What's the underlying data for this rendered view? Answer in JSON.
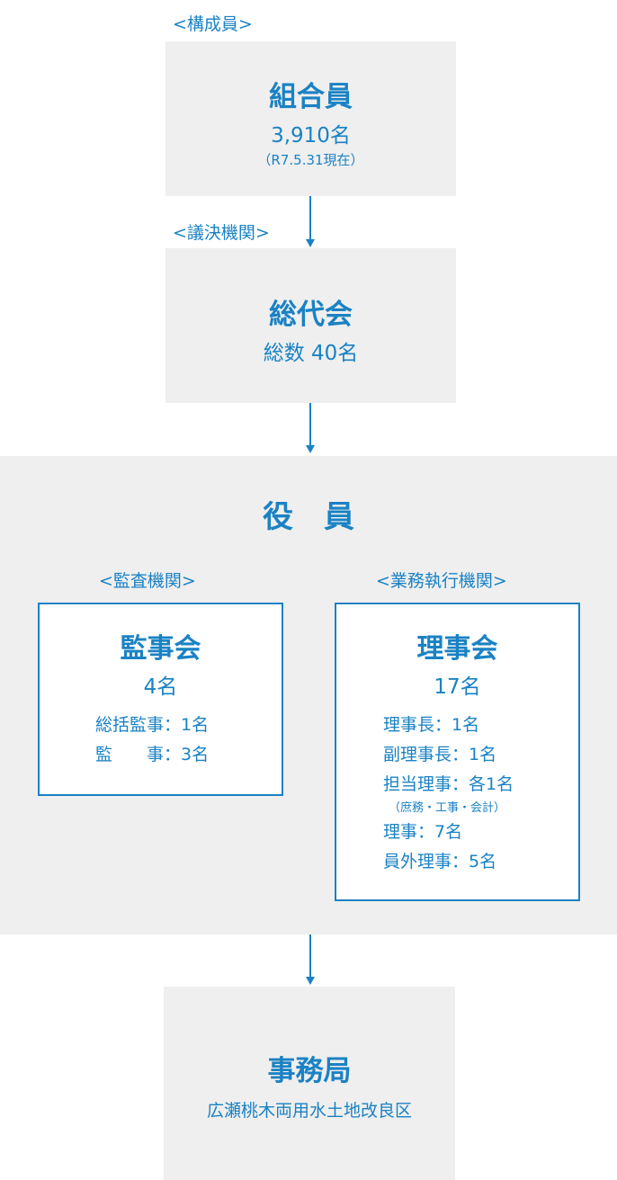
{
  "colors": {
    "accent": "#1a82c4",
    "panel": "#efefef",
    "box_bg": "#ffffff"
  },
  "members": {
    "label": "<構成員>",
    "title": "組合員",
    "count": "3,910名",
    "note": "（R7.5.31現在）"
  },
  "decision": {
    "label": "<議決機関>",
    "title": "総代会",
    "count": "総数 40名"
  },
  "officers": {
    "title": "役　員",
    "audit": {
      "label": "<監査機関>",
      "title": "監事会",
      "count": "4名",
      "rows": [
        "総括監事：1名",
        "監　　事：3名"
      ]
    },
    "board": {
      "label": "<業務執行機関>",
      "title": "理事会",
      "count": "17名",
      "rows": [
        "理事長：1名",
        "副理事長：1名",
        "担当理事：各1名"
      ],
      "sub_note": "（庶務・工事・会計）",
      "rows2": [
        "理事：7名",
        "員外理事：5名"
      ]
    }
  },
  "secretariat": {
    "title": "事務局",
    "org": "広瀬桃木両用水土地改良区"
  }
}
